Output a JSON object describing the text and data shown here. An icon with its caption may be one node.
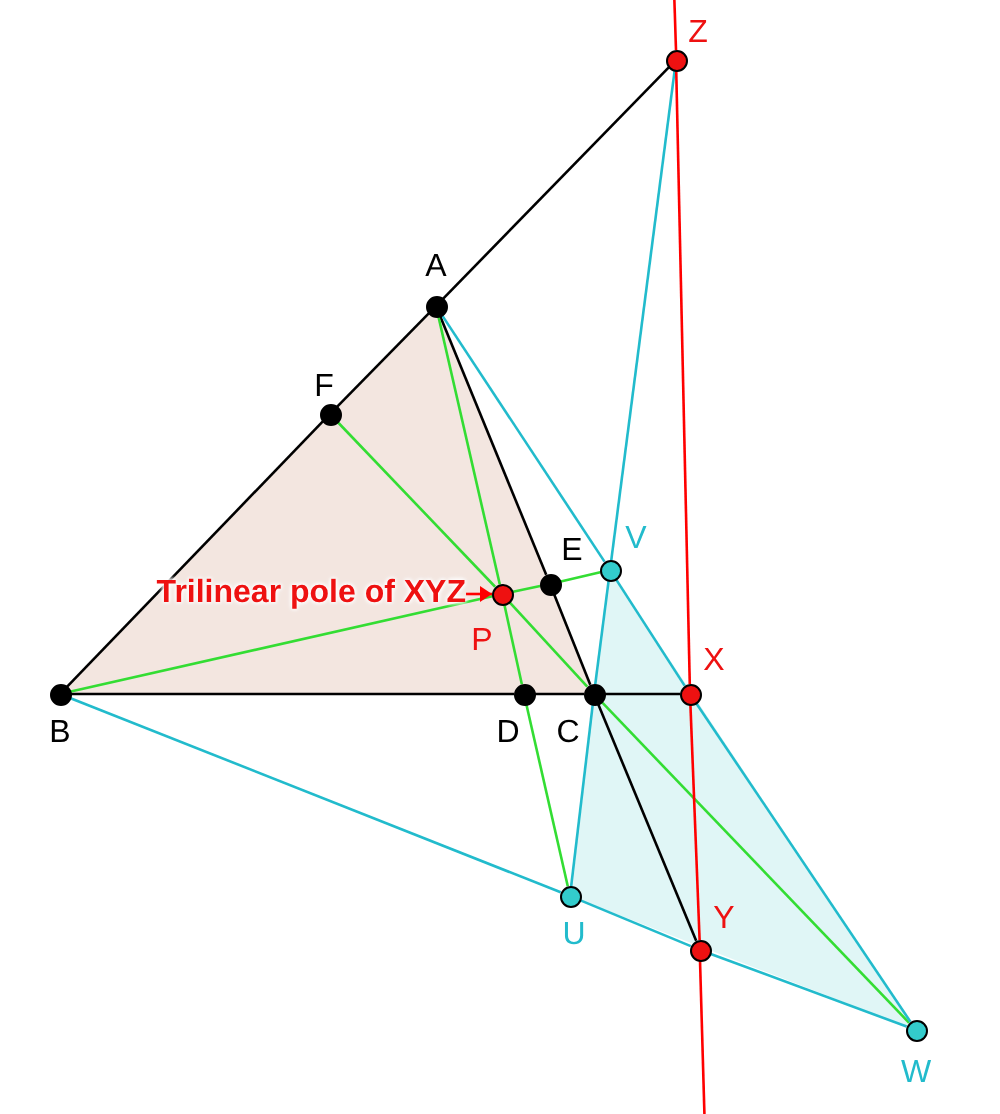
{
  "diagram": {
    "nodes": [
      {
        "text": [
          "A"
        ]
      },
      {
        "text": [
          "B"
        ]
      },
      {
        "text": [
          "C"
        ]
      },
      {
        "text": [
          "D"
        ]
      },
      {
        "text": [
          "E"
        ]
      },
      {
        "text": [
          "F"
        ]
      },
      {
        "text": [
          "P"
        ]
      },
      {
        "text": [
          "U"
        ]
      },
      {
        "text": [
          "V"
        ]
      },
      {
        "text": [
          "W"
        ]
      },
      {
        "text": [
          "X"
        ]
      },
      {
        "text": [
          "Y"
        ]
      },
      {
        "text": [
          "Z"
        ]
      },
      {
        "text": [
          "Trilinear pole of XYZ"
        ]
      }
    ],
    "edges": [
      {
        "from": 1,
        "to": 5,
        "arrow": "none"
      },
      {
        "from": 5,
        "to": 0,
        "arrow": "none"
      },
      {
        "from": 0,
        "to": 12,
        "arrow": "none"
      },
      {
        "from": 1,
        "to": 3,
        "arrow": "none"
      },
      {
        "from": 3,
        "to": 2,
        "arrow": "none"
      },
      {
        "from": 2,
        "to": 10,
        "arrow": "none"
      },
      {
        "from": 0,
        "to": 4,
        "arrow": "none"
      },
      {
        "from": 4,
        "to": 2,
        "arrow": "none"
      },
      {
        "from": 2,
        "to": 11,
        "arrow": "none"
      },
      {
        "from": 0,
        "to": 6,
        "arrow": "none",
        "color": "#33dd33"
      },
      {
        "from": 6,
        "to": 3,
        "arrow": "none",
        "color": "#33dd33"
      },
      {
        "from": 3,
        "to": 7,
        "arrow": "none",
        "color": "#33dd33"
      },
      {
        "from": 1,
        "to": 6,
        "arrow": "none",
        "color": "#33dd33"
      },
      {
        "from": 6,
        "to": 4,
        "arrow": "none",
        "color": "#33dd33"
      },
      {
        "from": 4,
        "to": 8,
        "arrow": "none",
        "color": "#33dd33"
      },
      {
        "from": 5,
        "to": 6,
        "arrow": "none",
        "color": "#33dd33"
      },
      {
        "from": 6,
        "to": 2,
        "arrow": "none",
        "color": "#33dd33"
      },
      {
        "from": 2,
        "to": 9,
        "arrow": "none",
        "color": "#33dd33"
      },
      {
        "from": 0,
        "to": 8,
        "arrow": "none",
        "color": "#22bbcc"
      },
      {
        "from": 8,
        "to": 10,
        "arrow": "none",
        "color": "#22bbcc"
      },
      {
        "from": 10,
        "to": 9,
        "arrow": "none",
        "color": "#22bbcc"
      },
      {
        "from": 12,
        "to": 8,
        "arrow": "none",
        "color": "#22bbcc"
      },
      {
        "from": 8,
        "to": 2,
        "arrow": "none",
        "color": "#22bbcc"
      },
      {
        "from": 2,
        "to": 7,
        "arrow": "none",
        "color": "#22bbcc"
      },
      {
        "from": 1,
        "to": 7,
        "arrow": "none",
        "color": "#22bbcc"
      },
      {
        "from": 7,
        "to": 11,
        "arrow": "none",
        "color": "#22bbcc"
      },
      {
        "from": 11,
        "to": 9,
        "arrow": "none",
        "color": "#22bbcc"
      },
      {
        "from": 12,
        "to": 10,
        "arrow": "none",
        "color": "#ff0000"
      },
      {
        "from": 10,
        "to": 11,
        "arrow": "none",
        "color": "#ff0000"
      },
      {
        "from": 13,
        "to": 6,
        "arrow": "to",
        "color": "#ff0000"
      }
    ]
  }
}
